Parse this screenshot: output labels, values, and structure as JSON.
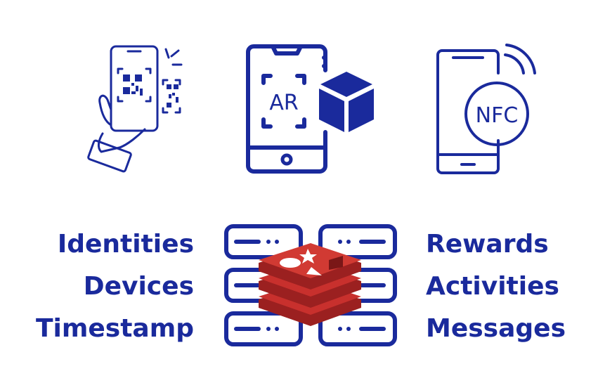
{
  "colors": {
    "primary": "#1a2a9c",
    "accent": "#c8302d",
    "accent_dark": "#9b2020",
    "accent_light": "#e24a3f"
  },
  "icons": {
    "qr": "hand-scanning-qr-code-icon",
    "ar": "phone-ar-cube-icon",
    "nfc": "phone-nfc-icon",
    "database": "server-stack-redis-icon"
  },
  "ar_text": "AR",
  "nfc_text": "NFC",
  "left_labels": [
    "Identities",
    "Devices",
    "Timestamp"
  ],
  "right_labels": [
    "Rewards",
    "Activities",
    "Messages"
  ]
}
